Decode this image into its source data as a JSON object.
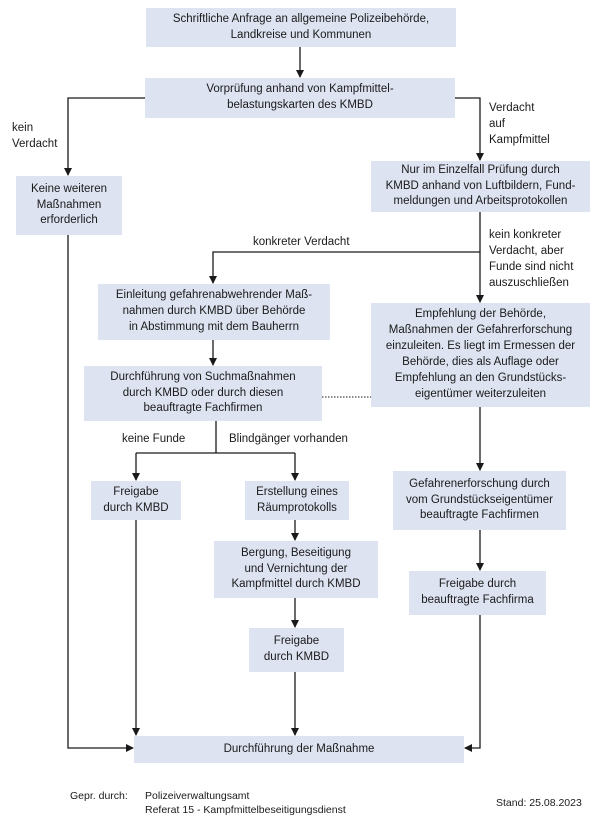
{
  "boxes": {
    "request": "Schriftliche Anfrage an allgemeine Polizeibehörde,\nLandkreise und Kommunen",
    "precheck": "Vorprüfung anhand von Kampfmittel-\nbelastungskarten des KMBD",
    "no_measures": "Keine weiteren\nMaßnahmen\nerforderlich",
    "single_case": "Nur im Einzelfall Prüfung durch\nKMBD anhand von Luftbildern, Fund-\nmeldungen und Arbeitsprotokollen",
    "initiation": "Einleitung gefahrenabwehrender Maß-\nnahmen durch KMBD über Behörde\nin Abstimmung mit dem Bauherrn",
    "recommendation": "Empfehlung der Behörde,\nMaßnahmen der Gefahrerforschung\neinzuleiten. Es liegt im Ermessen der\nBehörde, dies als Auflage oder\nEmpfehlung an den Grundstücks-\neigentümer weiterzuleiten",
    "search": "Durchführung von Suchmaßnahmen\ndurch KMBD oder durch diesen\nbeauftragte Fachfirmen",
    "release_kmbd_1": "Freigabe\ndurch KMBD",
    "protocol": "Erstellung eines\nRäumprotokolls",
    "hazard_research": "Gefahrenerforschung durch\nvom Grundstückseigentümer\nbeauftragte Fachfirmen",
    "recovery": "Bergung, Beseitigung\nund Vernichtung der\nKampfmittel durch KMBD",
    "release_firm": "Freigabe durch\nbeauftragte Fachfirma",
    "release_kmbd_2": "Freigabe\ndurch KMBD",
    "execution": "Durchführung der Maßnahme"
  },
  "labels": {
    "no_suspicion": "kein\nVerdacht",
    "suspicion": "Verdacht\nauf\nKampfmittel",
    "concrete_suspicion": "konkreter Verdacht",
    "no_concrete_suspicion": "kein konkreter\nVerdacht, aber\nFunde sind nicht\nauszuschließen",
    "no_finds": "keine Funde",
    "duds_present": "Blindgänger vorhanden"
  },
  "footer": {
    "checked_by_label": "Gepr. durch:",
    "checked_by_value": "Polizeiverwaltungsamt\nReferat 15 - Kampfmittelbeseitigungsdienst",
    "date": "Stand: 25.08.2023"
  },
  "colors": {
    "box_fill": "#dde3f1",
    "line": "#1a1a1a"
  }
}
